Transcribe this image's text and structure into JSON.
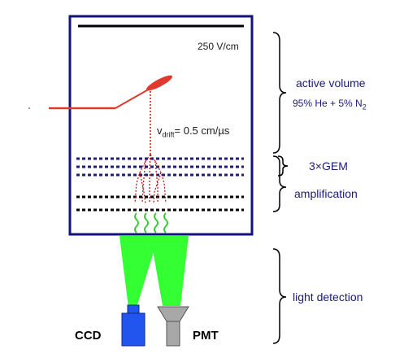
{
  "labels": {
    "field": "250 V/cm",
    "vdrift_base": "v",
    "vdrift_sub": "drift",
    "vdrift_rest": "= 0.5 cm/µs",
    "active_volume": "active volume",
    "gas_mix_base": "95% He + 5% N",
    "gas_mix_sub": "2",
    "gem": "3×GEM",
    "amplification": "amplification",
    "light_detection": "light detection",
    "ccd": "CCD",
    "pmt": "PMT"
  },
  "colors": {
    "chamber_border": "#13137a",
    "gem_line": "#1e1e78",
    "track": "#e0392e",
    "drift_path": "#c0181b",
    "photon_wave": "#2ecc2e",
    "light_cone": "#33ff33",
    "ccd": "#2255ee",
    "pmt": "#a8a8a8"
  }
}
